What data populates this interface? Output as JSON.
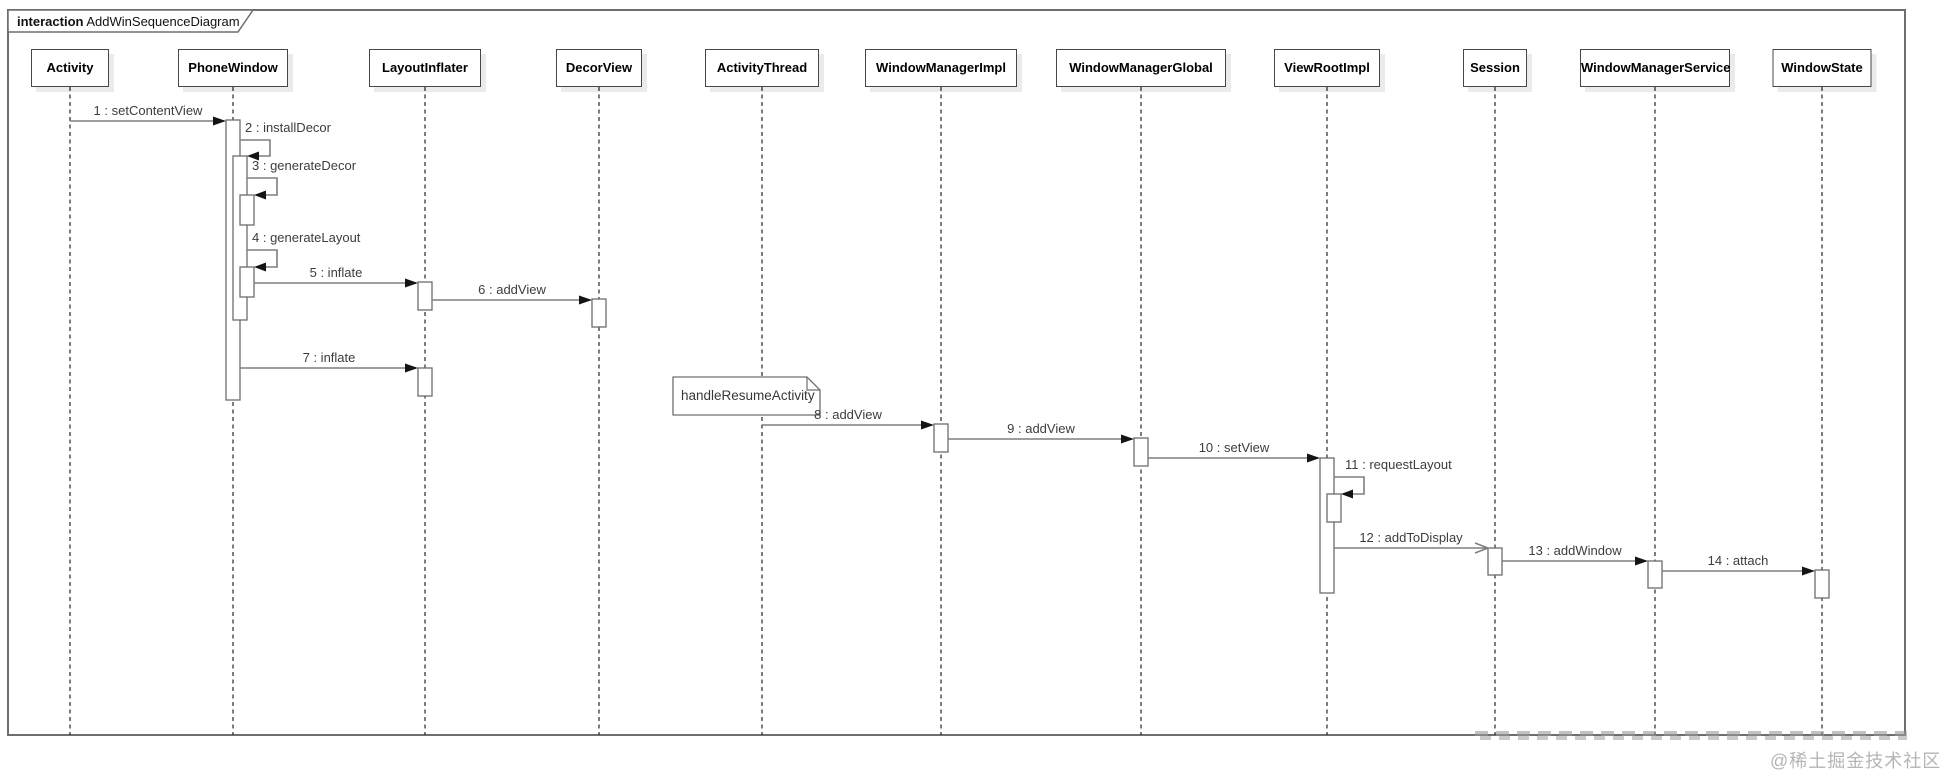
{
  "frame": {
    "keyword": "interaction",
    "title": "AddWinSequenceDiagram"
  },
  "lifelines": [
    {
      "name": "Activity"
    },
    {
      "name": "PhoneWindow"
    },
    {
      "name": "LayoutInflater"
    },
    {
      "name": "DecorView"
    },
    {
      "name": "ActivityThread"
    },
    {
      "name": "WindowManagerImpl"
    },
    {
      "name": "WindowManagerGlobal"
    },
    {
      "name": "ViewRootImpl"
    },
    {
      "name": "Session"
    },
    {
      "name": "WindowManagerService"
    },
    {
      "name": "WindowState"
    }
  ],
  "messages": [
    {
      "seq": 1,
      "text": "1 : setContentView",
      "from": "Activity",
      "to": "PhoneWindow",
      "kind": "sync"
    },
    {
      "seq": 2,
      "text": "2 : installDecor",
      "from": "PhoneWindow",
      "to": "PhoneWindow",
      "kind": "self"
    },
    {
      "seq": 3,
      "text": "3 : generateDecor",
      "from": "PhoneWindow",
      "to": "PhoneWindow",
      "kind": "self"
    },
    {
      "seq": 4,
      "text": "4 : generateLayout",
      "from": "PhoneWindow",
      "to": "PhoneWindow",
      "kind": "self"
    },
    {
      "seq": 5,
      "text": "5 : inflate",
      "from": "PhoneWindow",
      "to": "LayoutInflater",
      "kind": "sync"
    },
    {
      "seq": 6,
      "text": "6 : addView",
      "from": "LayoutInflater",
      "to": "DecorView",
      "kind": "sync"
    },
    {
      "seq": 7,
      "text": "7 : inflate",
      "from": "PhoneWindow",
      "to": "LayoutInflater",
      "kind": "sync"
    },
    {
      "seq": 8,
      "text": "8 : addView",
      "from": "ActivityThread",
      "to": "WindowManagerImpl",
      "kind": "sync"
    },
    {
      "seq": 9,
      "text": "9 : addView",
      "from": "WindowManagerImpl",
      "to": "WindowManagerGlobal",
      "kind": "sync"
    },
    {
      "seq": 10,
      "text": "10 : setView",
      "from": "WindowManagerGlobal",
      "to": "ViewRootImpl",
      "kind": "sync"
    },
    {
      "seq": 11,
      "text": "11 : requestLayout",
      "from": "ViewRootImpl",
      "to": "ViewRootImpl",
      "kind": "self"
    },
    {
      "seq": 12,
      "text": "12 : addToDisplay",
      "from": "ViewRootImpl",
      "to": "Session",
      "kind": "async"
    },
    {
      "seq": 13,
      "text": "13 : addWindow",
      "from": "Session",
      "to": "WindowManagerService",
      "kind": "sync"
    },
    {
      "seq": 14,
      "text": "14 : attach",
      "from": "WindowManagerService",
      "to": "WindowState",
      "kind": "sync"
    }
  ],
  "note": {
    "text": "handleResumeActivity",
    "attached_to": "ActivityThread"
  },
  "watermark": {
    "text": "@稀土掘金技术社区"
  },
  "colors": {
    "line": "#7e7e7e",
    "arrow": "#141414",
    "lifeline_dash": "#262626",
    "box_border": "#474747",
    "frame_border": "#6e6e6e",
    "label_text": "#3d3d3d",
    "watermark_text": "#b5b5b5",
    "background": "#ffffff"
  }
}
